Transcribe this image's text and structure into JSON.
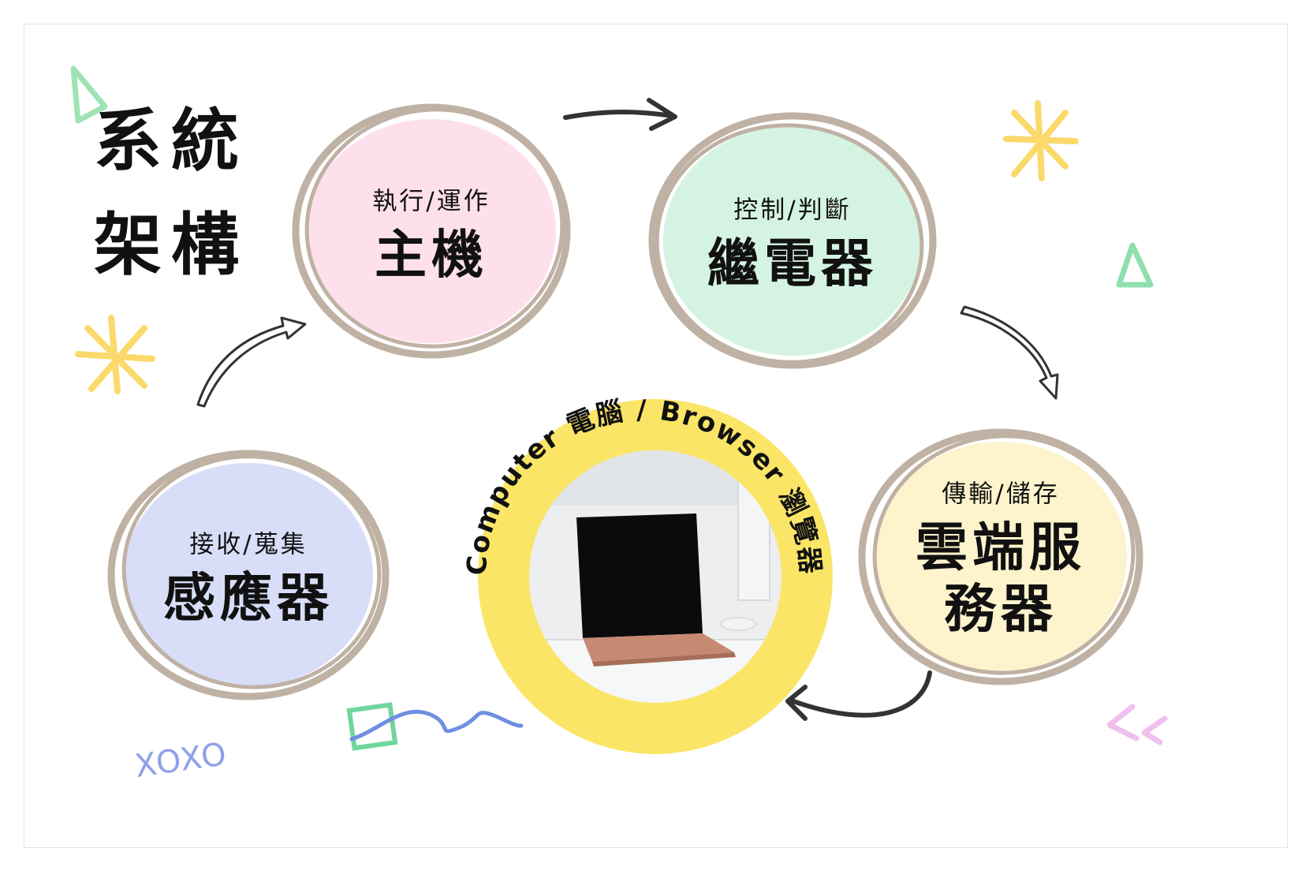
{
  "title": {
    "line1": "系統",
    "line2": "架構"
  },
  "nodes": {
    "host": {
      "sub": "執行/運作",
      "main": "主機"
    },
    "relay": {
      "sub": "控制/判斷",
      "main": "繼電器"
    },
    "cloud": {
      "sub": "傳輸/儲存",
      "main": "雲端服務器"
    },
    "sensor": {
      "sub": "接收/蒐集",
      "main": "感應器"
    }
  },
  "center": {
    "ring_text": "Computer 電腦 / Browser 瀏覽器"
  },
  "decor": {
    "xoxo": "XOXO"
  },
  "colors": {
    "host_fill": "#fde0ec",
    "relay_fill": "#d5f3e2",
    "cloud_fill": "#fdf3cc",
    "sensor_fill": "#d8def8",
    "ring_stroke": "#bfb1a3",
    "yellow": "#fae567",
    "arrow": "#333333"
  }
}
